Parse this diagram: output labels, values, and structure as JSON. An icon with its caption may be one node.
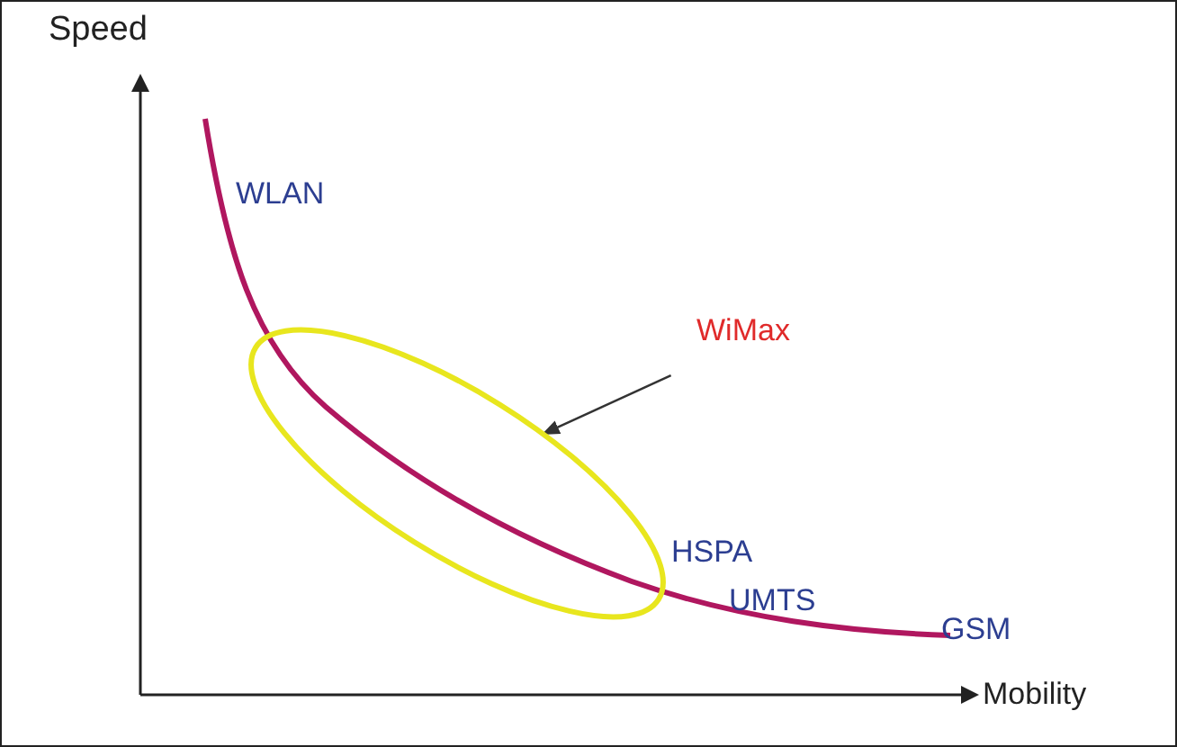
{
  "diagram": {
    "nodes": [
      {
        "text": [
          "WiMax"
        ]
      },
      {
        "text": [],
        "shape": "ellipse"
      }
    ],
    "edges": [
      {
        "from": 0,
        "to": 1,
        "arrow": "to"
      }
    ],
    "labels": [
      "Speed",
      "WLAN",
      "HSPA",
      "UMTS",
      "GSM",
      "Mobility"
    ]
  }
}
